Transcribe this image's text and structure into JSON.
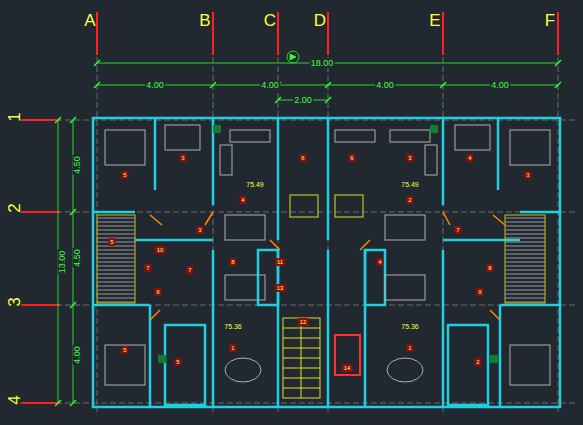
{
  "diagram": {
    "labels": [
      "A",
      "B",
      "C",
      "D",
      "E",
      "F",
      "1",
      "2",
      "3",
      "4",
      "18.00",
      "4.00",
      "4.00",
      "4.00",
      "4.00",
      "2.00",
      "4.50",
      "4.50",
      "4.00",
      "13.00",
      "5",
      "3",
      "6",
      "4",
      "3",
      "5",
      "7",
      "7",
      "8",
      "10",
      "9",
      "11",
      "12",
      "13",
      "14",
      "1",
      "5",
      "5",
      "3",
      "2",
      "6",
      "4",
      "7",
      "8",
      "9",
      "3",
      "4",
      "1",
      "2",
      "75.49",
      "75.49",
      "75.36",
      "75.36"
    ]
  }
}
